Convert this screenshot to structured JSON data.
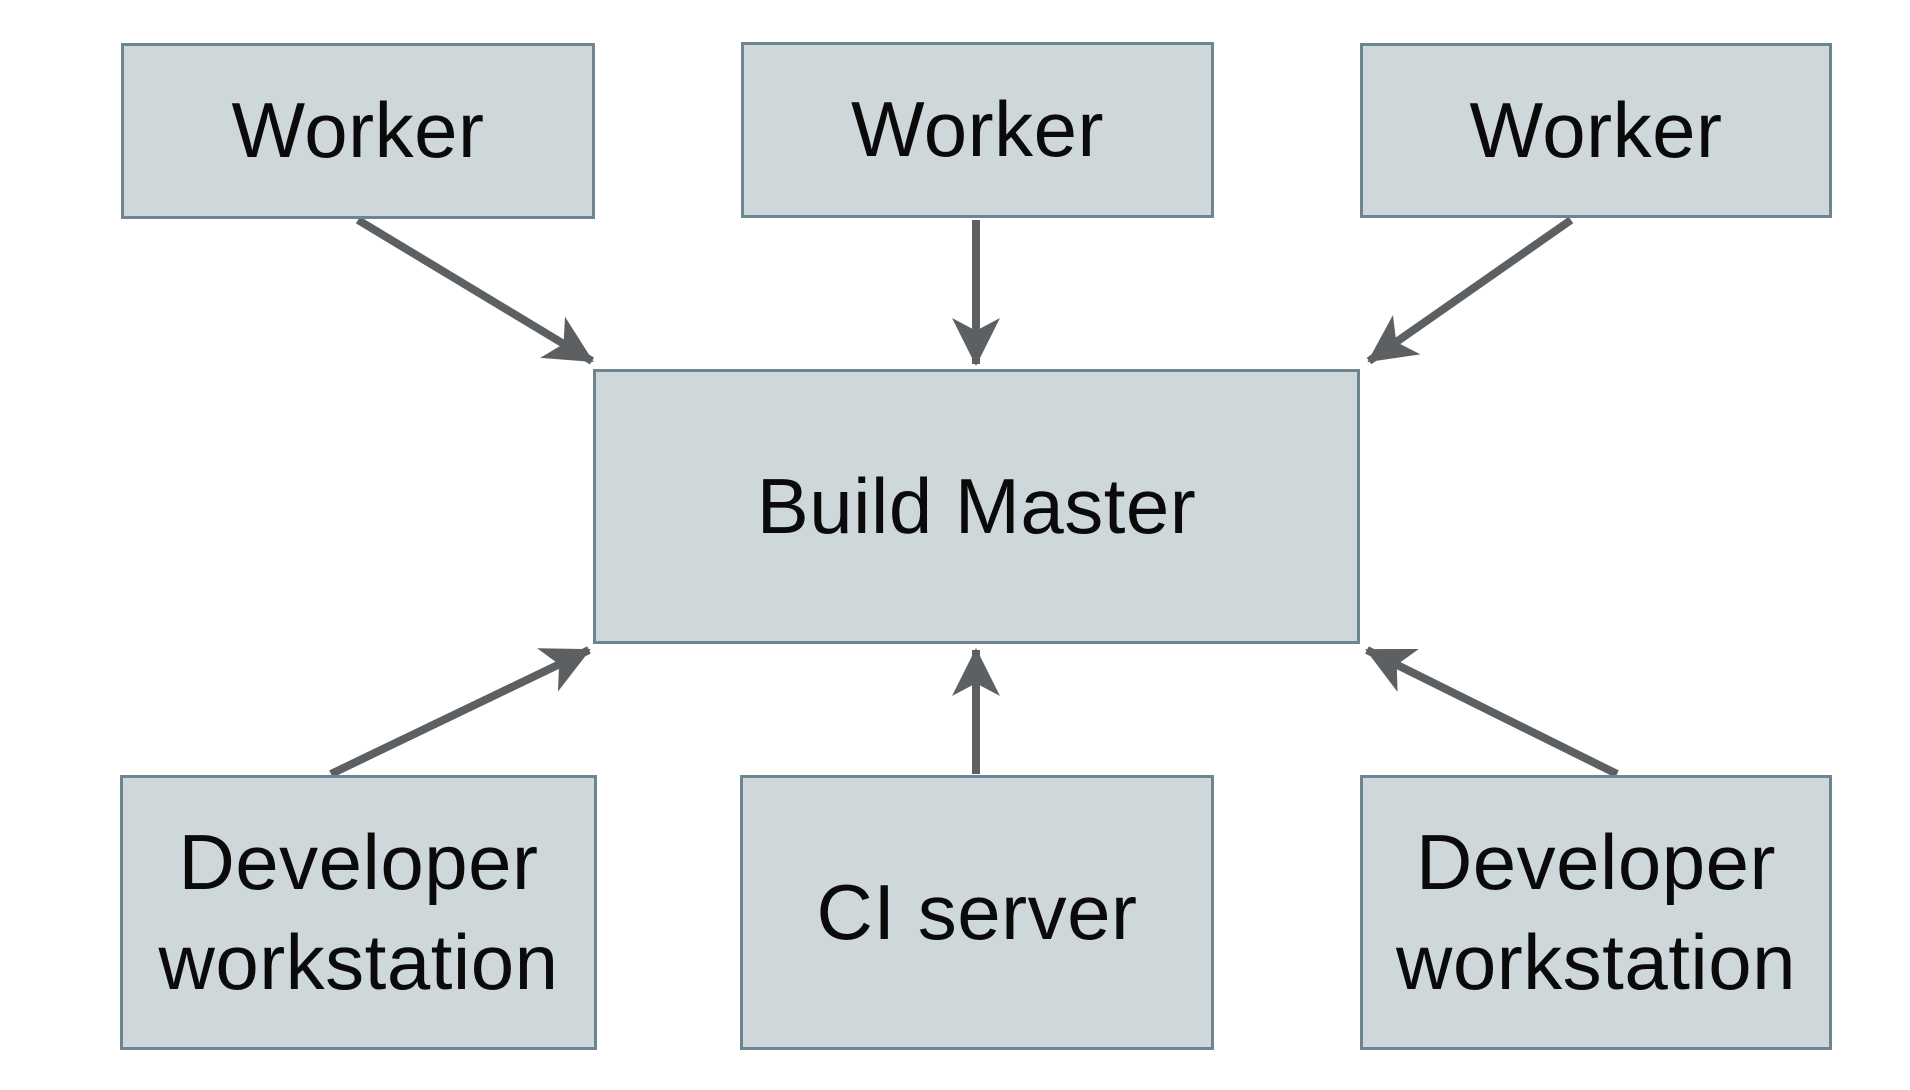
{
  "diagram": {
    "kind": "architecture-diagram",
    "colors": {
      "background": "#ffffff",
      "node_fill": "#ced7da",
      "node_border": "#6d8591",
      "arrow": "#5d6063",
      "text": "#0a0a0a"
    },
    "nodes": [
      {
        "id": "worker-1",
        "label": "Worker"
      },
      {
        "id": "worker-2",
        "label": "Worker"
      },
      {
        "id": "worker-3",
        "label": "Worker"
      },
      {
        "id": "build-master",
        "label": "Build Master"
      },
      {
        "id": "developer-workstation-1",
        "label": "Developer workstation"
      },
      {
        "id": "ci-server",
        "label": "CI server"
      },
      {
        "id": "developer-workstation-2",
        "label": "Developer workstation"
      }
    ],
    "edges": [
      {
        "from": "worker-1",
        "to": "build-master",
        "direction": "down-right"
      },
      {
        "from": "worker-2",
        "to": "build-master",
        "direction": "down"
      },
      {
        "from": "worker-3",
        "to": "build-master",
        "direction": "down-left"
      },
      {
        "from": "developer-workstation-1",
        "to": "build-master",
        "direction": "up-right"
      },
      {
        "from": "ci-server",
        "to": "build-master",
        "direction": "up"
      },
      {
        "from": "developer-workstation-2",
        "to": "build-master",
        "direction": "up-left"
      }
    ]
  }
}
